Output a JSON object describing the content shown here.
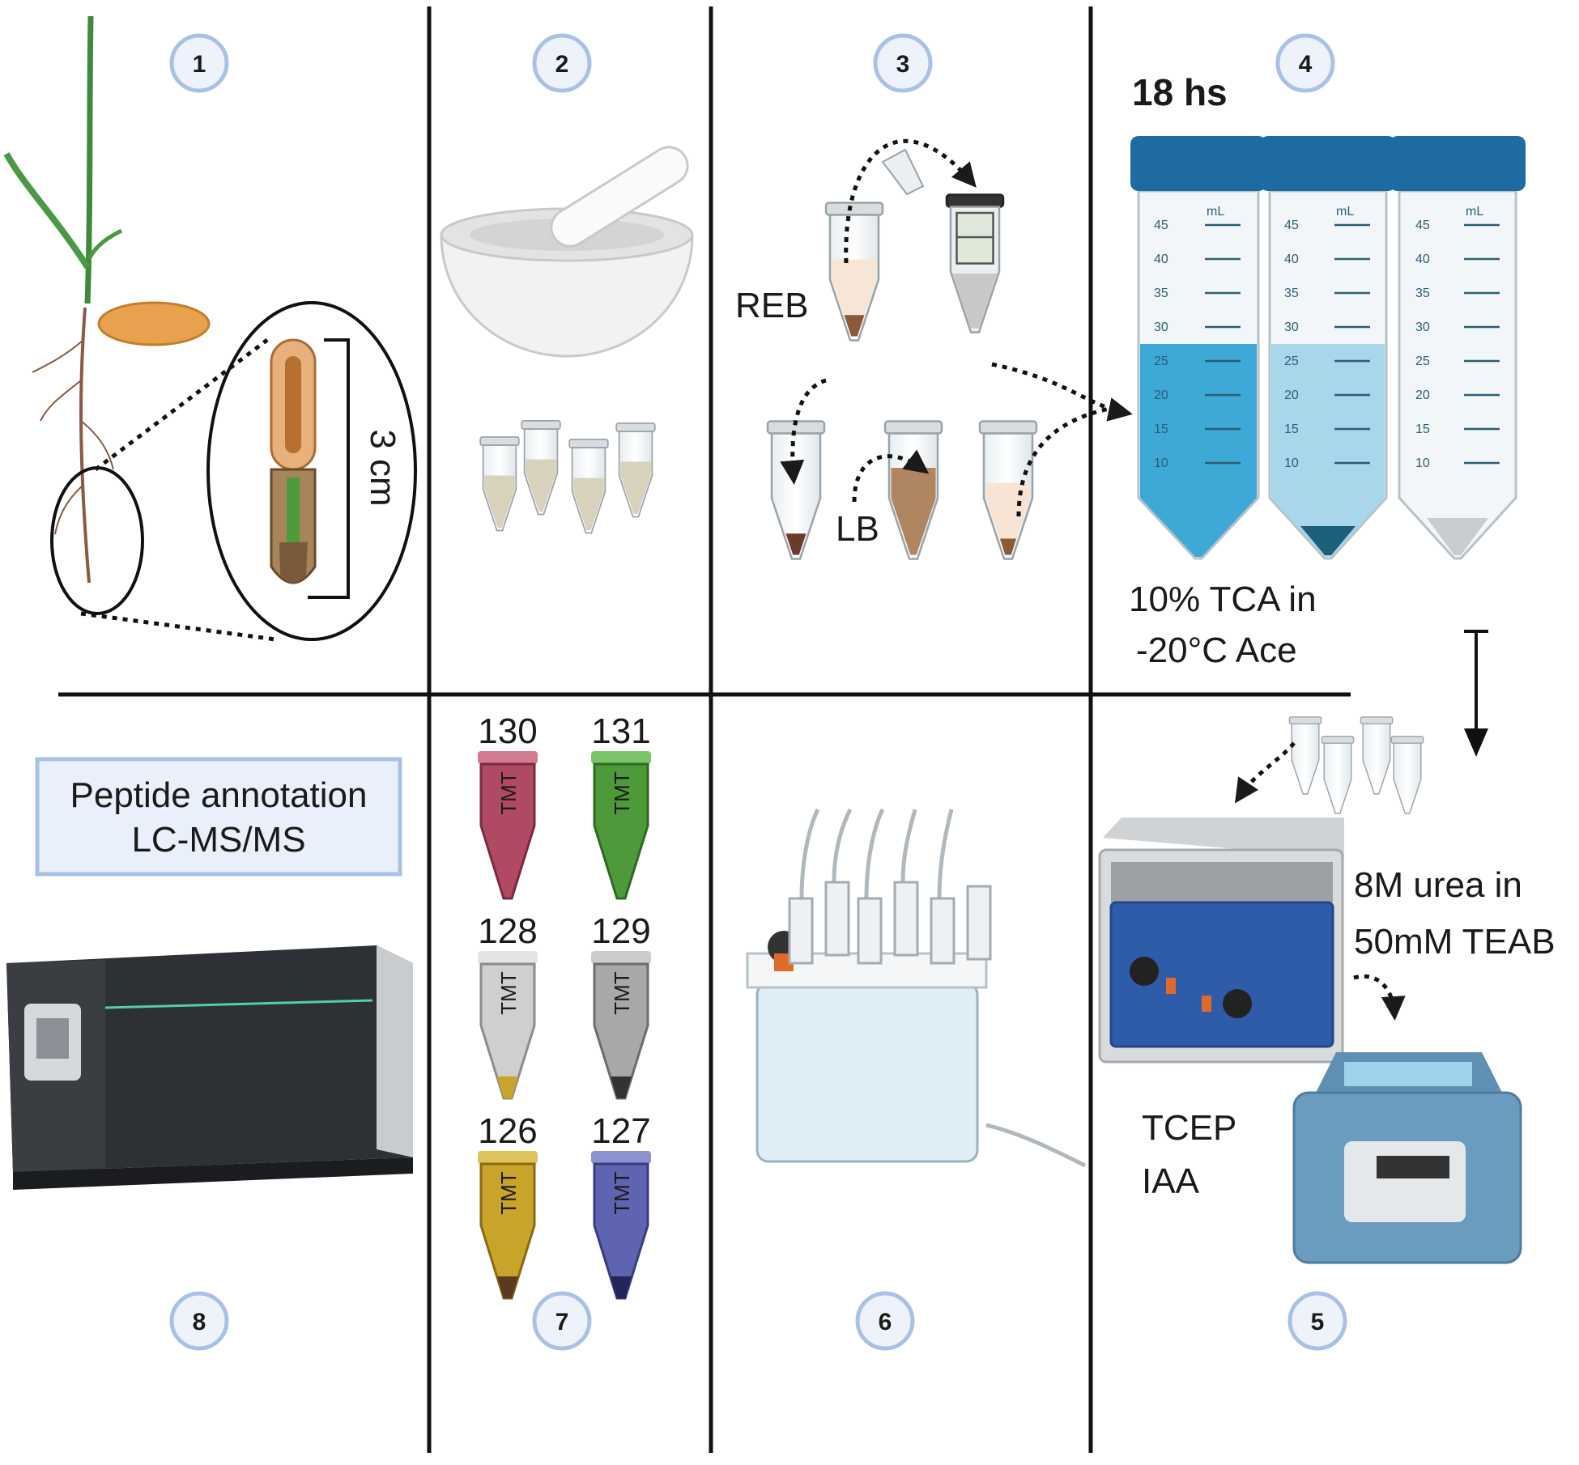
{
  "steps": [
    "1",
    "2",
    "3",
    "4",
    "5",
    "6",
    "7",
    "8"
  ],
  "panel1": {
    "scale_label": "3 cm"
  },
  "panel3": {
    "reb_label": "REB",
    "lb_label": "LB"
  },
  "panel4": {
    "time_label": "18 hs",
    "tca_line1": "10% TCA in",
    "tca_line2": "-20°C  Ace",
    "graduation_unit": "mL",
    "graduations": [
      "45",
      "40",
      "35",
      "30",
      "25",
      "20",
      "15",
      "10"
    ]
  },
  "panel5": {
    "urea_line1": "8M urea in",
    "urea_line2": "50mM TEAB",
    "reagent1": "TCEP",
    "reagent2": "IAA"
  },
  "panel7": {
    "tube_text": "TMT",
    "channels": [
      {
        "label": "130",
        "color": "#b04a63"
      },
      {
        "label": "131",
        "color": "#4e9a3a"
      },
      {
        "label": "128",
        "color": "#cfcfcf"
      },
      {
        "label": "129",
        "color": "#a8a8a8"
      },
      {
        "label": "126",
        "color": "#c9a42a"
      },
      {
        "label": "127",
        "color": "#5e64b0"
      }
    ]
  },
  "panel8": {
    "box_line1": "Peptide annotation",
    "box_line2": "LC-MS/MS"
  },
  "colors": {
    "badge_stroke": "#a9c1e6",
    "badge_fill": "#eef3fb",
    "cap_blue": "#1e6aa3",
    "liquid_blue": "#3ea9d6",
    "box_fill": "#e9f0fb",
    "box_stroke": "#a9c1e6"
  }
}
